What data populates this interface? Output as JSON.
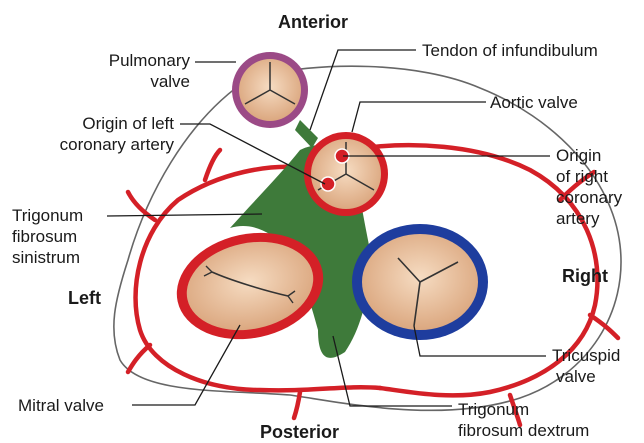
{
  "orientation": {
    "anterior": "Anterior",
    "posterior": "Posterior",
    "left": "Left",
    "right": "Right"
  },
  "labels": {
    "pulmonary_valve": [
      "Pulmonary",
      "valve"
    ],
    "tendon_infundibulum": "Tendon of infundibulum",
    "aortic_valve": "Aortic valve",
    "origin_left_coronary": [
      "Origin of left",
      "coronary artery"
    ],
    "origin_right_coronary": [
      "Origin",
      "of right",
      "coronary",
      "artery"
    ],
    "trigonum_sinistrum": [
      "Trigonum",
      "fibrosum",
      "sinistrum"
    ],
    "tricuspid_valve": [
      "Tricuspid",
      "valve"
    ],
    "mitral_valve": "Mitral valve",
    "trigonum_dextrum": [
      "Trigonum",
      "fibrosum dextrum"
    ]
  },
  "colors": {
    "artery_red": "#d42027",
    "annulus_blue": "#1e3d9e",
    "pulmonary_ring": "#9b4a86",
    "trigone_green": "#3e7a3a",
    "cusp_fill": "#edc39c",
    "outline": "#555555"
  }
}
